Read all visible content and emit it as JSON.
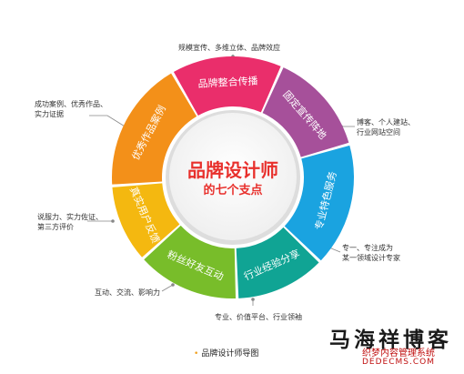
{
  "center": {
    "title": "品牌设计师",
    "subtitle": "的七个支点"
  },
  "segments": [
    {
      "label": "品牌整合传播",
      "color": "#ea2e6b"
    },
    {
      "label": "固定宣传阵地",
      "color": "#a6509a"
    },
    {
      "label": "专业特色服务",
      "color": "#1aa3e0"
    },
    {
      "label": "行业经验分享",
      "color": "#10a494"
    },
    {
      "label": "粉丝好友互动",
      "color": "#78bd2a"
    },
    {
      "label": "真实用户反馈",
      "color": "#f4b810"
    },
    {
      "label": "优秀作品案例",
      "color": "#f39019"
    }
  ],
  "annotations": [
    {
      "lines": [
        "规模宣传、多维立体、品牌效应"
      ]
    },
    {
      "lines": [
        "博客、个人建站、",
        "行业网站空间"
      ]
    },
    {
      "lines": [
        "专一、专注成为",
        "某一领域设计专家"
      ]
    },
    {
      "lines": [
        "专业、价值平台、行业领袖"
      ]
    },
    {
      "lines": [
        "互动、交流、影响力"
      ]
    },
    {
      "lines": [
        "说服力、实力佐证、",
        "第三方评价"
      ]
    },
    {
      "lines": [
        "成功案例、优秀作品、",
        "实力证据"
      ]
    }
  ],
  "caption": "品牌设计师导图",
  "watermark": {
    "title": "马海祥博客",
    "subtitle": "织梦内容管理系统",
    "url": "DEDECMS.COM"
  }
}
